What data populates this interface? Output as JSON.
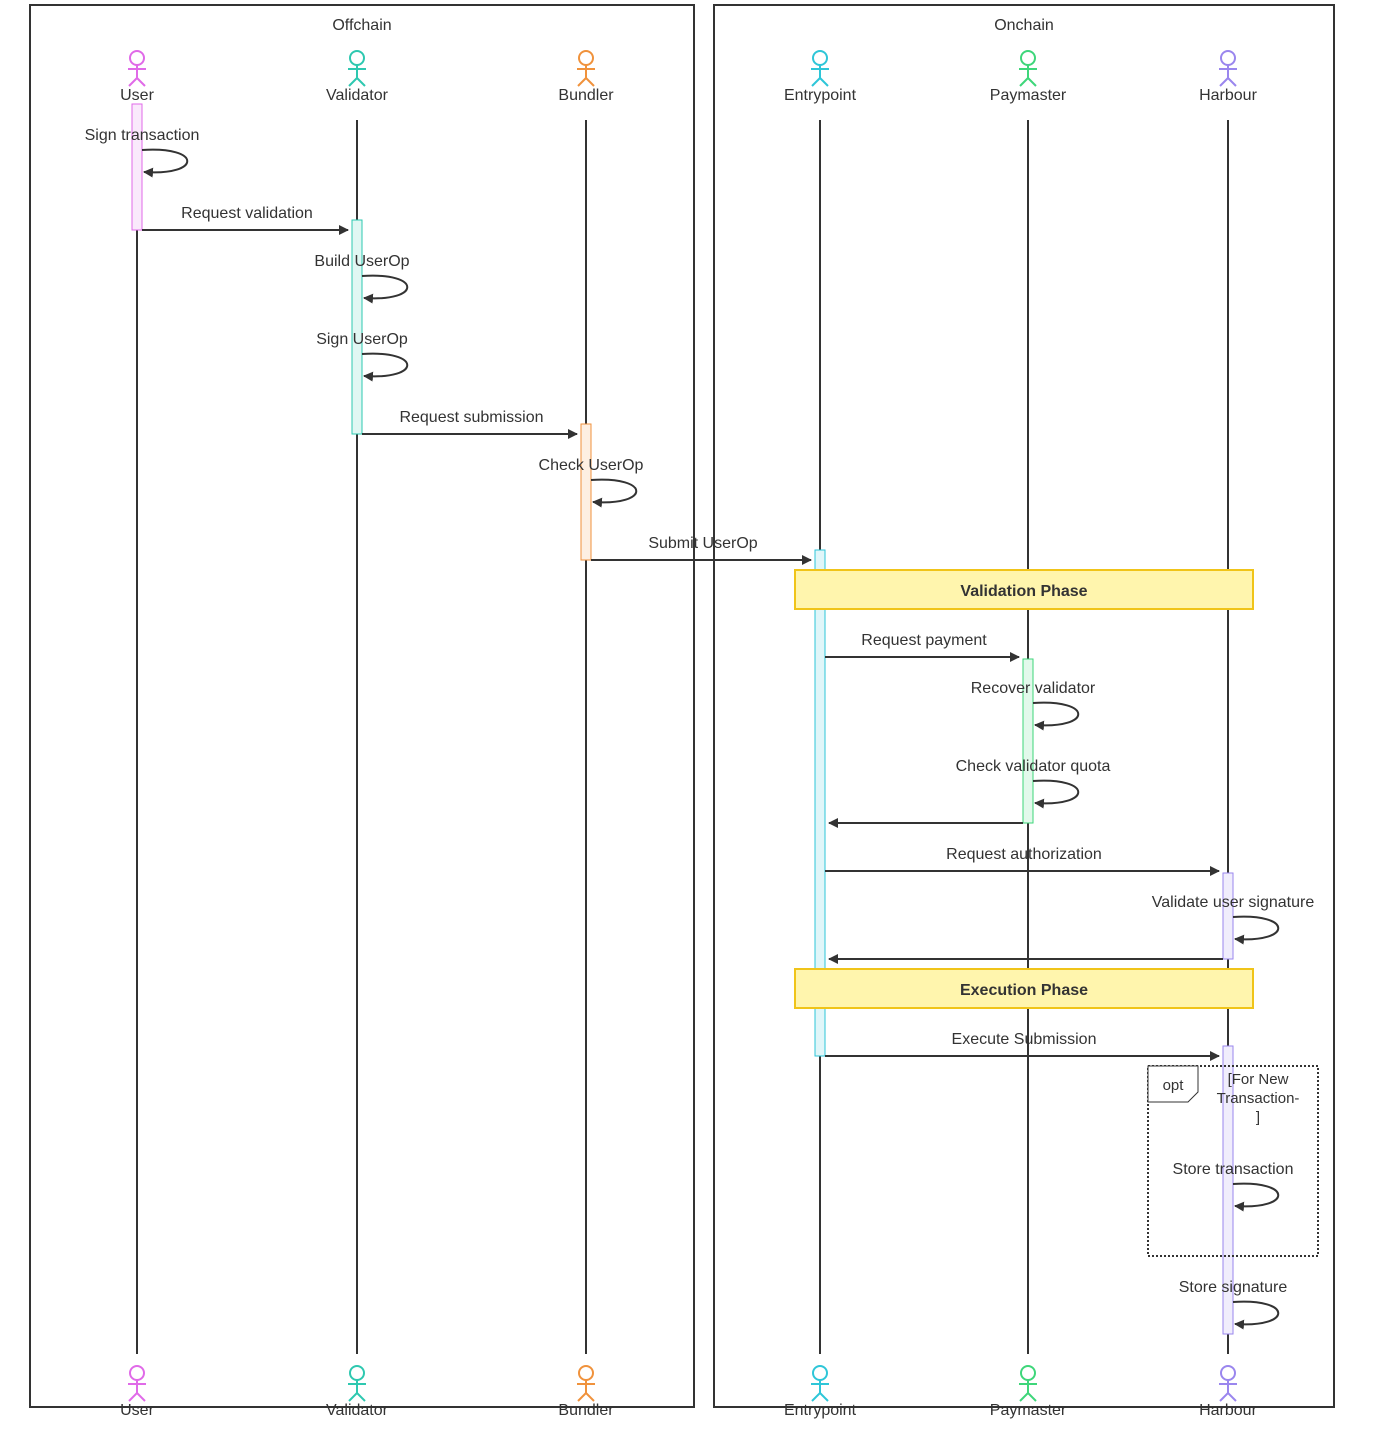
{
  "boxes": [
    {
      "id": "offchain",
      "title": "Offchain"
    },
    {
      "id": "onchain",
      "title": "Onchain"
    }
  ],
  "actors": [
    {
      "id": "user",
      "label": "User",
      "color": "#e06ae8"
    },
    {
      "id": "validator",
      "label": "Validator",
      "color": "#2ec8b0"
    },
    {
      "id": "bundler",
      "label": "Bundler",
      "color": "#f0923c"
    },
    {
      "id": "entrypoint",
      "label": "Entrypoint",
      "color": "#2ec6d8"
    },
    {
      "id": "paymaster",
      "label": "Paymaster",
      "color": "#3ed67a"
    },
    {
      "id": "harbour",
      "label": "Harbour",
      "color": "#9a86ee"
    }
  ],
  "messages": [
    {
      "id": "m1",
      "from": "user",
      "to": "user",
      "label": "Sign transaction",
      "self": true
    },
    {
      "id": "m2",
      "from": "user",
      "to": "validator",
      "label": "Request validation"
    },
    {
      "id": "m3",
      "from": "validator",
      "to": "validator",
      "label": "Build UserOp",
      "self": true
    },
    {
      "id": "m4",
      "from": "validator",
      "to": "validator",
      "label": "Sign UserOp",
      "self": true
    },
    {
      "id": "m5",
      "from": "validator",
      "to": "bundler",
      "label": "Request submission"
    },
    {
      "id": "m6",
      "from": "bundler",
      "to": "bundler",
      "label": "Check UserOp",
      "self": true
    },
    {
      "id": "m7",
      "from": "bundler",
      "to": "entrypoint",
      "label": "Submit UserOp"
    },
    {
      "id": "m8",
      "from": "entrypoint",
      "to": "paymaster",
      "label": "Request payment"
    },
    {
      "id": "m9",
      "from": "paymaster",
      "to": "paymaster",
      "label": "Recover validator",
      "self": true
    },
    {
      "id": "m10",
      "from": "paymaster",
      "to": "paymaster",
      "label": "Check validator quota",
      "self": true
    },
    {
      "id": "m11",
      "from": "paymaster",
      "to": "entrypoint",
      "label": ""
    },
    {
      "id": "m12",
      "from": "entrypoint",
      "to": "harbour",
      "label": "Request authorization"
    },
    {
      "id": "m13",
      "from": "harbour",
      "to": "harbour",
      "label": "Validate user signature",
      "self": true
    },
    {
      "id": "m14",
      "from": "harbour",
      "to": "entrypoint",
      "label": ""
    },
    {
      "id": "m15",
      "from": "entrypoint",
      "to": "harbour",
      "label": "Execute Submission"
    },
    {
      "id": "m16",
      "from": "harbour",
      "to": "harbour",
      "label": "Store transaction",
      "self": true
    },
    {
      "id": "m17",
      "from": "harbour",
      "to": "harbour",
      "label": "Store signature",
      "self": true
    }
  ],
  "notes": [
    {
      "id": "validation-phase",
      "label": "Validation Phase",
      "fill": "#fff5ad",
      "stroke": "#f0c419"
    },
    {
      "id": "execution-phase",
      "label": "Execution Phase",
      "fill": "#fff5ad",
      "stroke": "#f0c419"
    }
  ],
  "opt_block": {
    "keyword": "opt",
    "condition_lines": [
      "[For New",
      "Transaction-",
      "]"
    ]
  }
}
